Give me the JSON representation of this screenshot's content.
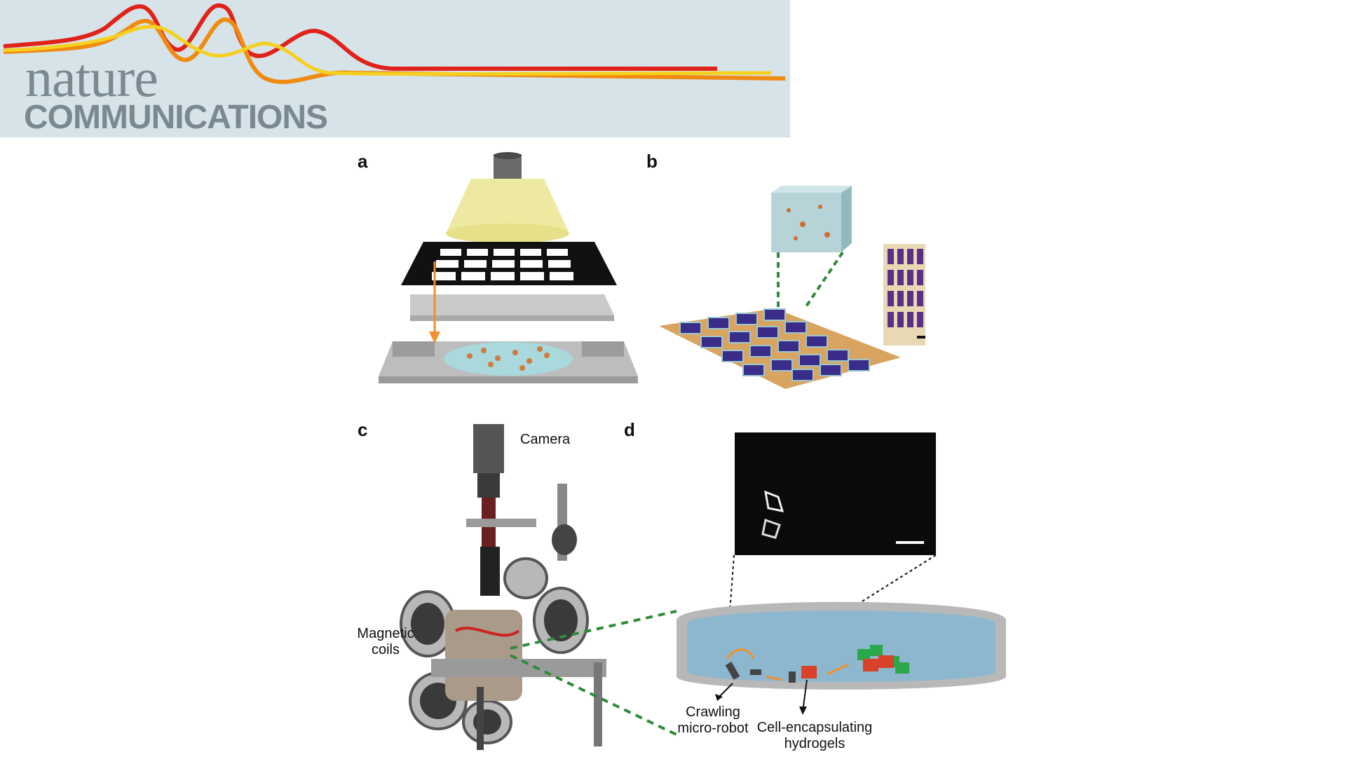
{
  "header": {
    "wordmark": "nature",
    "subtitle": "COMMUNICATIONS"
  },
  "panels": {
    "a": {
      "letter": "a"
    },
    "b": {
      "letter": "b"
    },
    "c": {
      "letter": "c",
      "camera_label": "Camera",
      "coils_label_line1": "Magnetic",
      "coils_label_line2": "coils"
    },
    "d": {
      "letter": "d",
      "robot_label_line1": "Crawling",
      "robot_label_line2": "micro-robot",
      "hydrogel_label_line1": "Cell-encapsulating",
      "hydrogel_label_line2": "hydrogels"
    }
  },
  "colors": {
    "banner_bg": "#d6e3e8",
    "ribbon_red": "#e0231a",
    "ribbon_orange": "#f08a10",
    "ribbon_yellow": "#f5d020",
    "light_cone": "#ede9a0",
    "hydrogel_blue": "#3a2d8a",
    "substrate_orange": "#d9a460",
    "arrow_orange": "#f0902a",
    "dashed_green": "#2e8b3a",
    "pool_blue": "#8db7cf"
  }
}
